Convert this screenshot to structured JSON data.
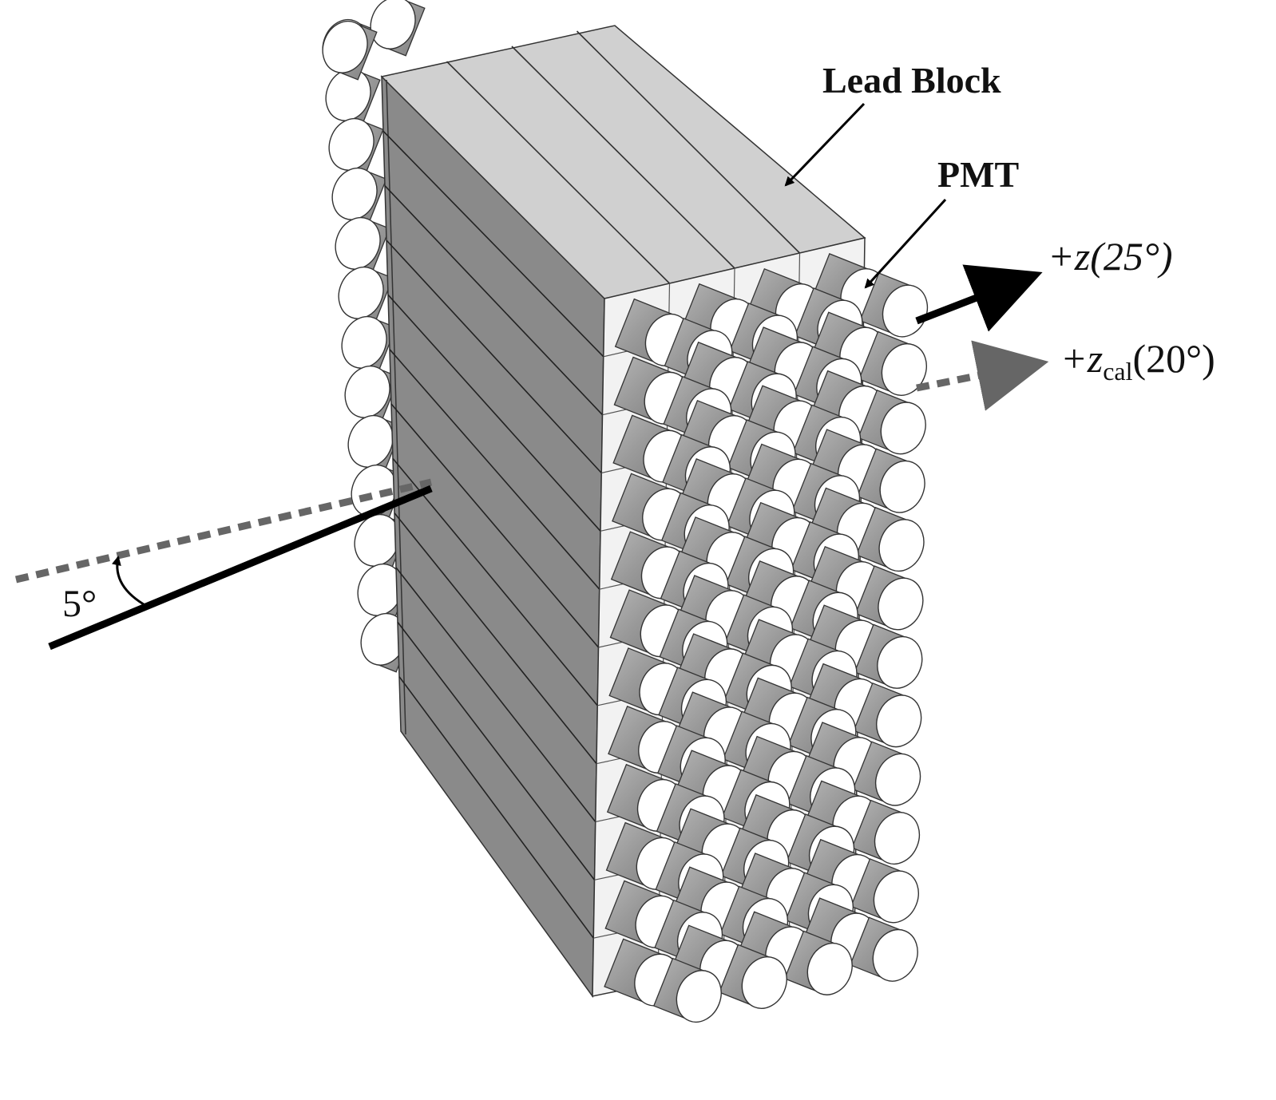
{
  "labels": {
    "lead_block": "Lead Block",
    "pmt": "PMT",
    "z_axis": "+z(25°)",
    "zcal_axis_prefix": "+z",
    "zcal_axis_sub": "cal",
    "zcal_axis_suffix": "(20°)",
    "angle": "5°"
  },
  "geometry_counts": {
    "columns": 4,
    "rows": 12
  },
  "colors": {
    "block_top": "#cfcfcf",
    "block_left": "#8a8a8a",
    "block_right": "#f0f0f0",
    "pmt_body": "#9a9a9a",
    "pmt_face": "#ffffff",
    "axis_solid": "#000000",
    "axis_dashed": "#666666"
  }
}
